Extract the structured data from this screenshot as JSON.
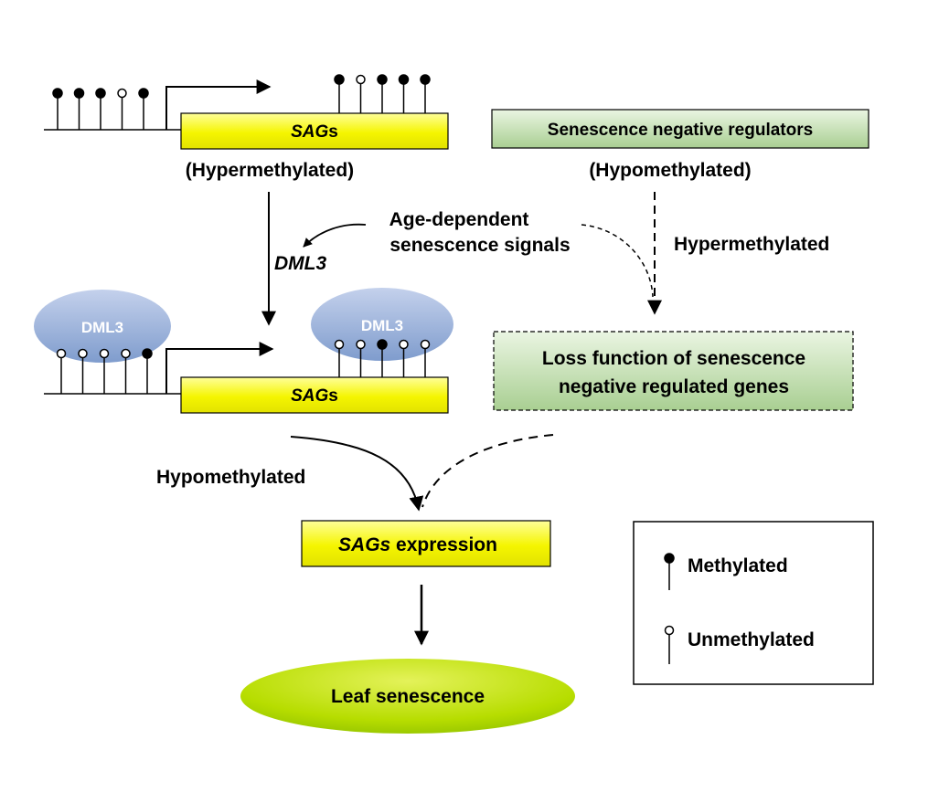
{
  "top_gene": {
    "box_label_italic": "SAG",
    "box_label_plain": "s",
    "status": "(Hypermethylated)",
    "promoter_marks": [
      "methylated",
      "methylated",
      "methylated",
      "unmethylated",
      "methylated"
    ],
    "body_marks": [
      "methylated",
      "unmethylated",
      "methylated",
      "methylated",
      "methylated"
    ]
  },
  "negative_regulators": {
    "box_label": "Senescence negative regulators",
    "status": "(Hypomethylated)",
    "arrow_label": "Hypermethylated"
  },
  "signals": {
    "line1": "Age-dependent",
    "line2": "senescence signals",
    "enzyme_label": "DML3"
  },
  "bottom_gene": {
    "box_label_italic": "SAG",
    "box_label_plain": "s",
    "enzyme": "DML3",
    "promoter_marks": [
      "unmethylated",
      "unmethylated",
      "unmethylated",
      "unmethylated",
      "methylated"
    ],
    "body_marks": [
      "unmethylated",
      "unmethylated",
      "methylated",
      "unmethylated",
      "unmethylated"
    ]
  },
  "loss_function": {
    "line1": "Loss function of senescence",
    "line2": "negative regulated genes"
  },
  "flow": {
    "hypo_label": "Hypomethylated",
    "expression_italic": "SAGs",
    "expression_plain": " expression",
    "outcome": "Leaf senescence"
  },
  "legend": {
    "methylated": "Methylated",
    "unmethylated": "Unmethylated"
  },
  "colors": {
    "sag_box": "#f5f500",
    "regulator_box": "#c6e0b4",
    "dml3_ellipse": "#9db4dc",
    "leaf_ellipse": "#b8e000"
  }
}
